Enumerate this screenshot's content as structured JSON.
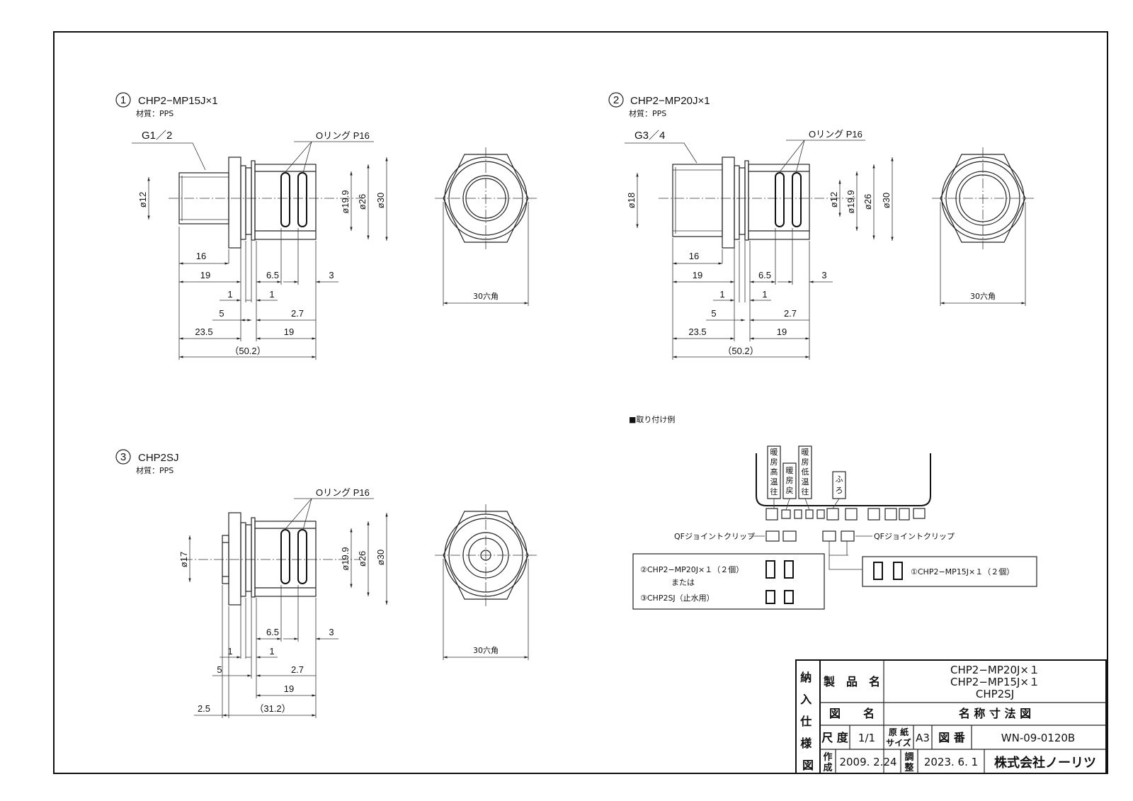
{
  "parts": [
    {
      "num": "1",
      "name": "CHP2−MP15J×1",
      "material": "材質：PPS",
      "thread": "G1／2",
      "oring": "Oリング P16",
      "dims": {
        "d_left": "ø12",
        "d_oring": "ø19.9",
        "d_26": "ø26",
        "d_30": "ø30",
        "l16": "16",
        "l19": "19",
        "l65": "6.5",
        "l3": "3",
        "l1a": "1",
        "l1b": "1",
        "l5": "5",
        "l27": "2.7",
        "l235": "23.5",
        "l19b": "19",
        "total": "（50.2）",
        "hex": "30六角"
      }
    },
    {
      "num": "2",
      "name": "CHP2−MP20J×1",
      "material": "材質：PPS",
      "thread": "G3／4",
      "oring": "Oリング P16",
      "dims": {
        "d_left": "ø18",
        "d_inner": "ø12",
        "d_oring": "ø19.9",
        "d_26": "ø26",
        "d_30": "ø30",
        "l16": "16",
        "l19": "19",
        "l65": "6.5",
        "l3": "3",
        "l1a": "1",
        "l1b": "1",
        "l5": "5",
        "l27": "2.7",
        "l235": "23.5",
        "l19b": "19",
        "total": "（50.2）",
        "hex": "30六角"
      }
    },
    {
      "num": "3",
      "name": "CHP2SJ",
      "material": "材質：PPS",
      "oring": "Oリング P16",
      "dims": {
        "d_left": "ø17",
        "d_oring": "ø19.9",
        "d_26": "ø26",
        "d_30": "ø30",
        "l65": "6.5",
        "l3": "3",
        "l1a": "1",
        "l1b": "1",
        "l5": "5",
        "l27": "2.7",
        "l19b": "19",
        "l25": "2.5",
        "total": "（31.2）",
        "hex": "30六角"
      }
    }
  ],
  "install": {
    "heading": "■取り付け例",
    "labels": [
      "暖房高温往",
      "暖房戻",
      "暖房低温往",
      "ふろ"
    ],
    "clip_left": "QFジョイントクリップ",
    "clip_right": "QFジョイントクリップ",
    "box_left_line1": "②CHP2−MP20J×１（２個）",
    "box_left_or": "または",
    "box_left_line2": "③CHP2SJ（止水用）",
    "box_right": "①CHP2−MP15J×１（２個）"
  },
  "title_block": {
    "side": [
      "納",
      "入",
      "仕",
      "様",
      "図"
    ],
    "product_label": "製　品　名",
    "products": [
      "CHP2−MP20J×１",
      "CHP2−MP15J×１",
      "CHP2SJ"
    ],
    "drawing_label": "図　　名",
    "drawing_name": "名 称 寸 法 図",
    "scale_label": "尺 度",
    "scale": "1/1",
    "size_label_1": "原 紙",
    "size_label_2": "サイズ",
    "size": "A3",
    "dwgno_label": "図 番",
    "dwgno": "WN-09-0120B",
    "made_label_1": "作",
    "made_label_2": "成",
    "made_date": "2009. 2.24",
    "adj_label_1": "調",
    "adj_label_2": "整",
    "adj_date": "2023. 6. 1",
    "company": "株式会社ノーリツ"
  }
}
